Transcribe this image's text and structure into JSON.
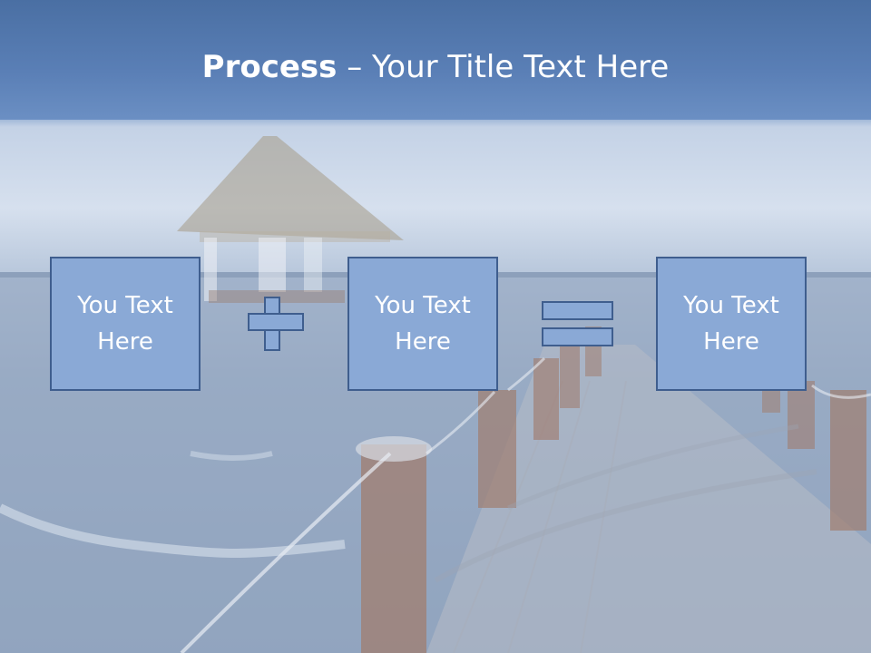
{
  "slide": {
    "title_bold": "Process",
    "title_dash": " – ",
    "title_rest": "Your Title Text Here"
  },
  "boxes": [
    {
      "label": "You Text Here"
    },
    {
      "label": "You Text Here"
    },
    {
      "label": "You Text Here"
    }
  ],
  "operators": {
    "plus": "plus-shape",
    "equals": "equals-shape"
  },
  "colors": {
    "box_fill": "#8aa9d6",
    "box_border": "#3f5e8e",
    "title_band": "#5a7fb6",
    "text": "#ffffff"
  }
}
